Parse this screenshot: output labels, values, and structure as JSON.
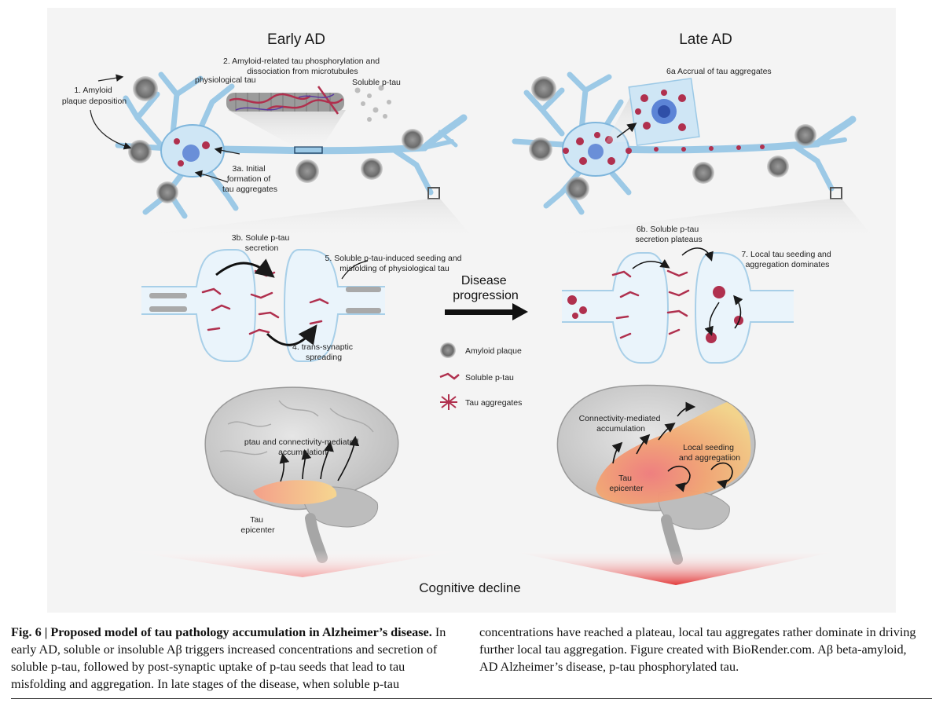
{
  "figure": {
    "panel_left_title": "Early AD",
    "panel_right_title": "Late AD",
    "labels": {
      "l1": [
        "1. Amyloid",
        "plaque deposition"
      ],
      "l2": [
        "2. Amyloid-related tau phosphorylation and",
        "dissociation from microtubules"
      ],
      "physiological_tau": "physiological tau",
      "soluble_ptau_top": "Soluble p-tau",
      "l3a": [
        "3a. Initial",
        "formation of",
        "tau aggregates"
      ],
      "l6a": "6a Accrual of tau aggregates",
      "l3b": [
        "3b. Solule p-tau",
        "secretion"
      ],
      "l5": [
        "5. Soluble p-tau-induced seeding and",
        "misfolding of physiological tau"
      ],
      "l4": [
        "4. trans-synaptic",
        "spreading"
      ],
      "l6b": [
        "6b. Soluble p-tau",
        "secretion plateaus"
      ],
      "l7": [
        "7. Local tau seeding and",
        "aggregation dominates"
      ],
      "disease_progression": [
        "Disease",
        "progression"
      ],
      "brain_left_accum": [
        "ptau and  connectivity-mediated",
        "accumulation"
      ],
      "brain_left_epicenter": [
        "Tau",
        "epicenter"
      ],
      "brain_right_accum": [
        "Connectivity-mediated",
        "accumulation"
      ],
      "brain_right_local": [
        "Local seeding",
        "and aggregatiion"
      ],
      "brain_right_epicenter": [
        "Tau",
        "epicenter"
      ],
      "cognitive_decline": "Cognitive decline"
    },
    "legend": [
      {
        "icon": "amyloid-plaque-icon",
        "label": "Amyloid plaque"
      },
      {
        "icon": "soluble-ptau-icon",
        "label": "Soluble p-tau"
      },
      {
        "icon": "tau-aggregates-icon",
        "label": "Tau aggregates"
      }
    ],
    "colors": {
      "neuron": "#cfe6f5",
      "neuron_edge": "#7fb6dc",
      "ptau": "#b0304e",
      "plaque": "#6f6f6f",
      "epicenter_red": "#f08a8a",
      "region_orange": "#f3b27a",
      "region_yellow": "#f5d58a",
      "brain": "#d2d2d2"
    }
  },
  "caption": {
    "bold_title": "Fig. 6 | Proposed model of tau pathology accumulation in Alzheimer’s disease.",
    "col1_text": "In early AD, soluble or insoluble Aβ triggers increased concentrations and secretion of soluble p-tau, followed by post-synaptic uptake of p-tau seeds that lead to tau misfolding and aggregation. In late stages of the disease, when soluble p-tau",
    "col2_text": "concentrations have reached a plateau, local tau aggregates rather dominate in driving further local tau aggregation. Figure created with BioRender.com. Aβ beta-amyloid, AD Alzheimer’s disease, p-tau phosphorylated tau."
  }
}
